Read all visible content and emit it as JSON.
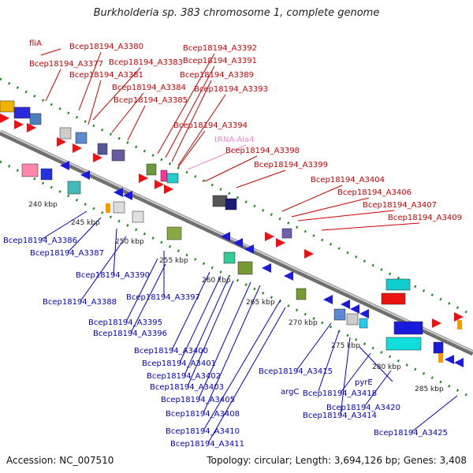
{
  "title": "Burkholderia sp. 383 chromosome 1, complete genome",
  "footer": {
    "accession": "Accession: NC_007510",
    "summary": "Topology: circular; Length: 3,694,126 bp; Genes: 3,408"
  },
  "colors": {
    "forward_label": "#cc0000",
    "reverse_label": "#0000cc",
    "trna_label": "#ee88cc",
    "backbone": "#888888",
    "tick": "#118811"
  },
  "scale_labels": [
    "240 kbp",
    "245 kbp",
    "250 kbp",
    "255 kbp",
    "260 kbp",
    "265 kbp",
    "270 kbp",
    "275 kbp",
    "280 kbp",
    "285 kbp"
  ],
  "forward_labels": [
    "fliA",
    "Bcep18194_A3380",
    "Bcep18194_A3377",
    "Bcep18194_A3383",
    "Bcep18194_A3381",
    "Bcep18194_A3384",
    "Bcep18194_A3385",
    "Bcep18194_A3392",
    "Bcep18194_A3391",
    "Bcep18194_A3389",
    "Bcep18194_A3393",
    "Bcep18194_A3394",
    "tRNA-Ala4",
    "Bcep18194_A3398",
    "Bcep18194_A3399",
    "Bcep18194_A3404",
    "Bcep18194_A3406",
    "Bcep18194_A3407",
    "Bcep18194_A3409"
  ],
  "reverse_labels": [
    "Bcep18194_A3386",
    "Bcep18194_A3387",
    "Bcep18194_A3390",
    "Bcep18194_A3388",
    "Bcep18194_A3397",
    "Bcep18194_A3395",
    "Bcep18194_A3396",
    "Bcep18194_A3400",
    "Bcep18194_A3401",
    "Bcep18194_A3402",
    "Bcep18194_A3403",
    "Bcep18194_A3405",
    "Bcep18194_A3408",
    "Bcep18194_A3410",
    "Bcep18194_A3411",
    "Bcep18194_A3415",
    "argC",
    "Bcep18194_A3414",
    "pyrE",
    "Bcep18194_A3418",
    "Bcep18194_A3420",
    "Bcep18194_A3425"
  ]
}
